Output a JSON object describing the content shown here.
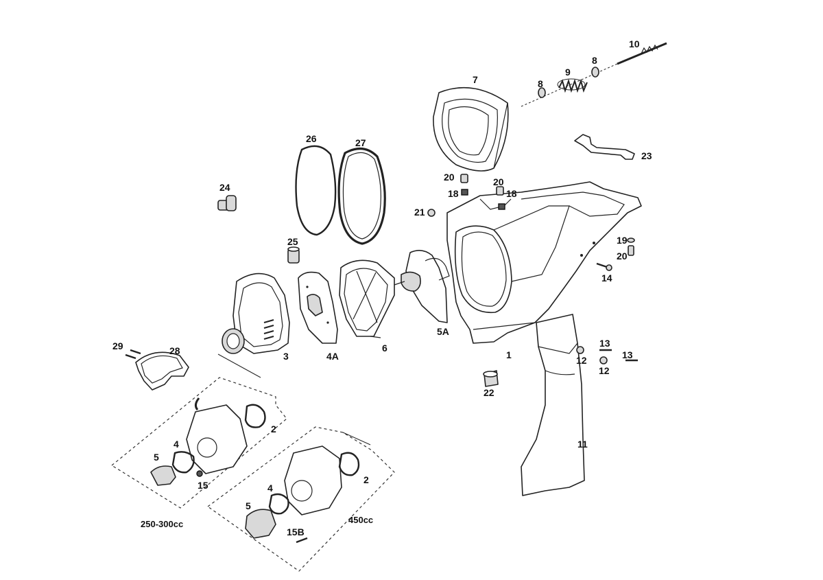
{
  "diagram": {
    "parts": [
      {
        "id": "p1",
        "label": "1"
      },
      {
        "id": "p2a",
        "label": "2"
      },
      {
        "id": "p2b",
        "label": "2"
      },
      {
        "id": "p3",
        "label": "3"
      },
      {
        "id": "p4a",
        "label": "4"
      },
      {
        "id": "p4b",
        "label": "4"
      },
      {
        "id": "p4A",
        "label": "4A"
      },
      {
        "id": "p5a",
        "label": "5"
      },
      {
        "id": "p5b",
        "label": "5"
      },
      {
        "id": "p5A",
        "label": "5A"
      },
      {
        "id": "p6",
        "label": "6"
      },
      {
        "id": "p7",
        "label": "7"
      },
      {
        "id": "p8a",
        "label": "8"
      },
      {
        "id": "p8b",
        "label": "8"
      },
      {
        "id": "p9",
        "label": "9"
      },
      {
        "id": "p10",
        "label": "10"
      },
      {
        "id": "p11",
        "label": "11"
      },
      {
        "id": "p12a",
        "label": "12"
      },
      {
        "id": "p12b",
        "label": "12"
      },
      {
        "id": "p13a",
        "label": "13"
      },
      {
        "id": "p13b",
        "label": "13"
      },
      {
        "id": "p14",
        "label": "14"
      },
      {
        "id": "p15",
        "label": "15"
      },
      {
        "id": "p15B",
        "label": "15B"
      },
      {
        "id": "p18a",
        "label": "18"
      },
      {
        "id": "p18b",
        "label": "18"
      },
      {
        "id": "p19",
        "label": "19"
      },
      {
        "id": "p20a",
        "label": "20"
      },
      {
        "id": "p20b",
        "label": "20"
      },
      {
        "id": "p20c",
        "label": "20"
      },
      {
        "id": "p21",
        "label": "21"
      },
      {
        "id": "p22",
        "label": "22"
      },
      {
        "id": "p23",
        "label": "23"
      },
      {
        "id": "p24",
        "label": "24"
      },
      {
        "id": "p25",
        "label": "25"
      },
      {
        "id": "p26",
        "label": "26"
      },
      {
        "id": "p27",
        "label": "27"
      },
      {
        "id": "p28",
        "label": "28"
      },
      {
        "id": "p29",
        "label": "29"
      }
    ],
    "groups": [
      {
        "id": "g250",
        "label": "250-300cc"
      },
      {
        "id": "g450",
        "label": "450cc"
      }
    ]
  }
}
